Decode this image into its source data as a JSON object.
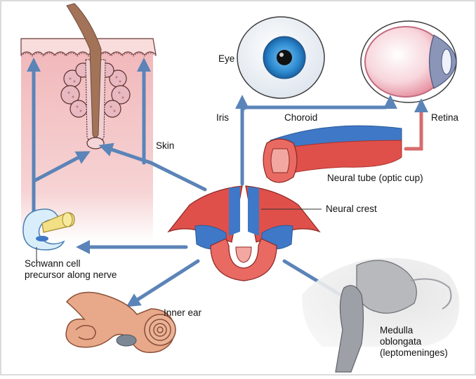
{
  "labels": {
    "eye": "Eye",
    "iris": "Iris",
    "choroid": "Choroid",
    "retina": "Retina",
    "skin": "Skin",
    "neural_tube": "Neural tube (optic cup)",
    "neural_crest": "Neural crest",
    "schwann": [
      "Schwann cell",
      "precursor along nerve"
    ],
    "inner_ear": "Inner ear",
    "medulla": [
      "Medulla",
      "oblongata",
      "(leptomeninges)"
    ]
  },
  "colors": {
    "arrow": "#5b84b8",
    "neural_red": "#e0504a",
    "neural_blue": "#3f78c6",
    "skin_pink": "#f3c5c6",
    "ear_tan": "#e8a88a",
    "iris_blue": "#2d8ad0"
  }
}
